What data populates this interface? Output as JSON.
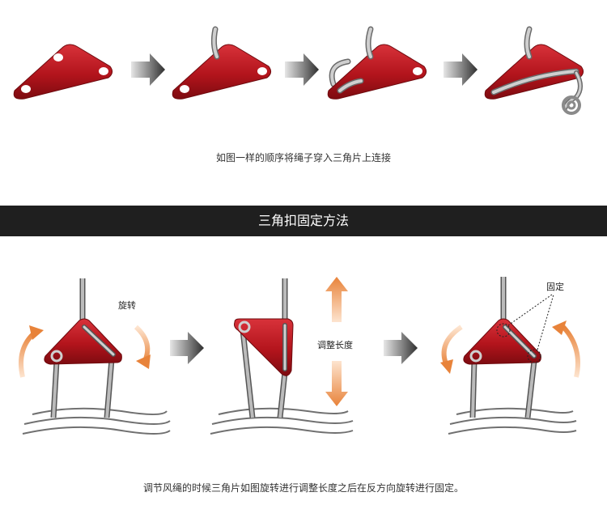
{
  "steps_caption": "如图一样的顺序将绳子穿入三角片上连接",
  "section_title": "三角扣固定方法",
  "labels": {
    "rotate": "旋转",
    "adjust": "调整长度",
    "fixed": "固定"
  },
  "bottom_caption": "调节风绳的时候三角片如图旋转进行调整长度之后在反方向旋转进行固定。",
  "colors": {
    "plate_red": "#b3141c",
    "rope_gray": "#a9a9a9",
    "banner": "#1f1f1f",
    "arrow_orange": "#e8833a"
  }
}
